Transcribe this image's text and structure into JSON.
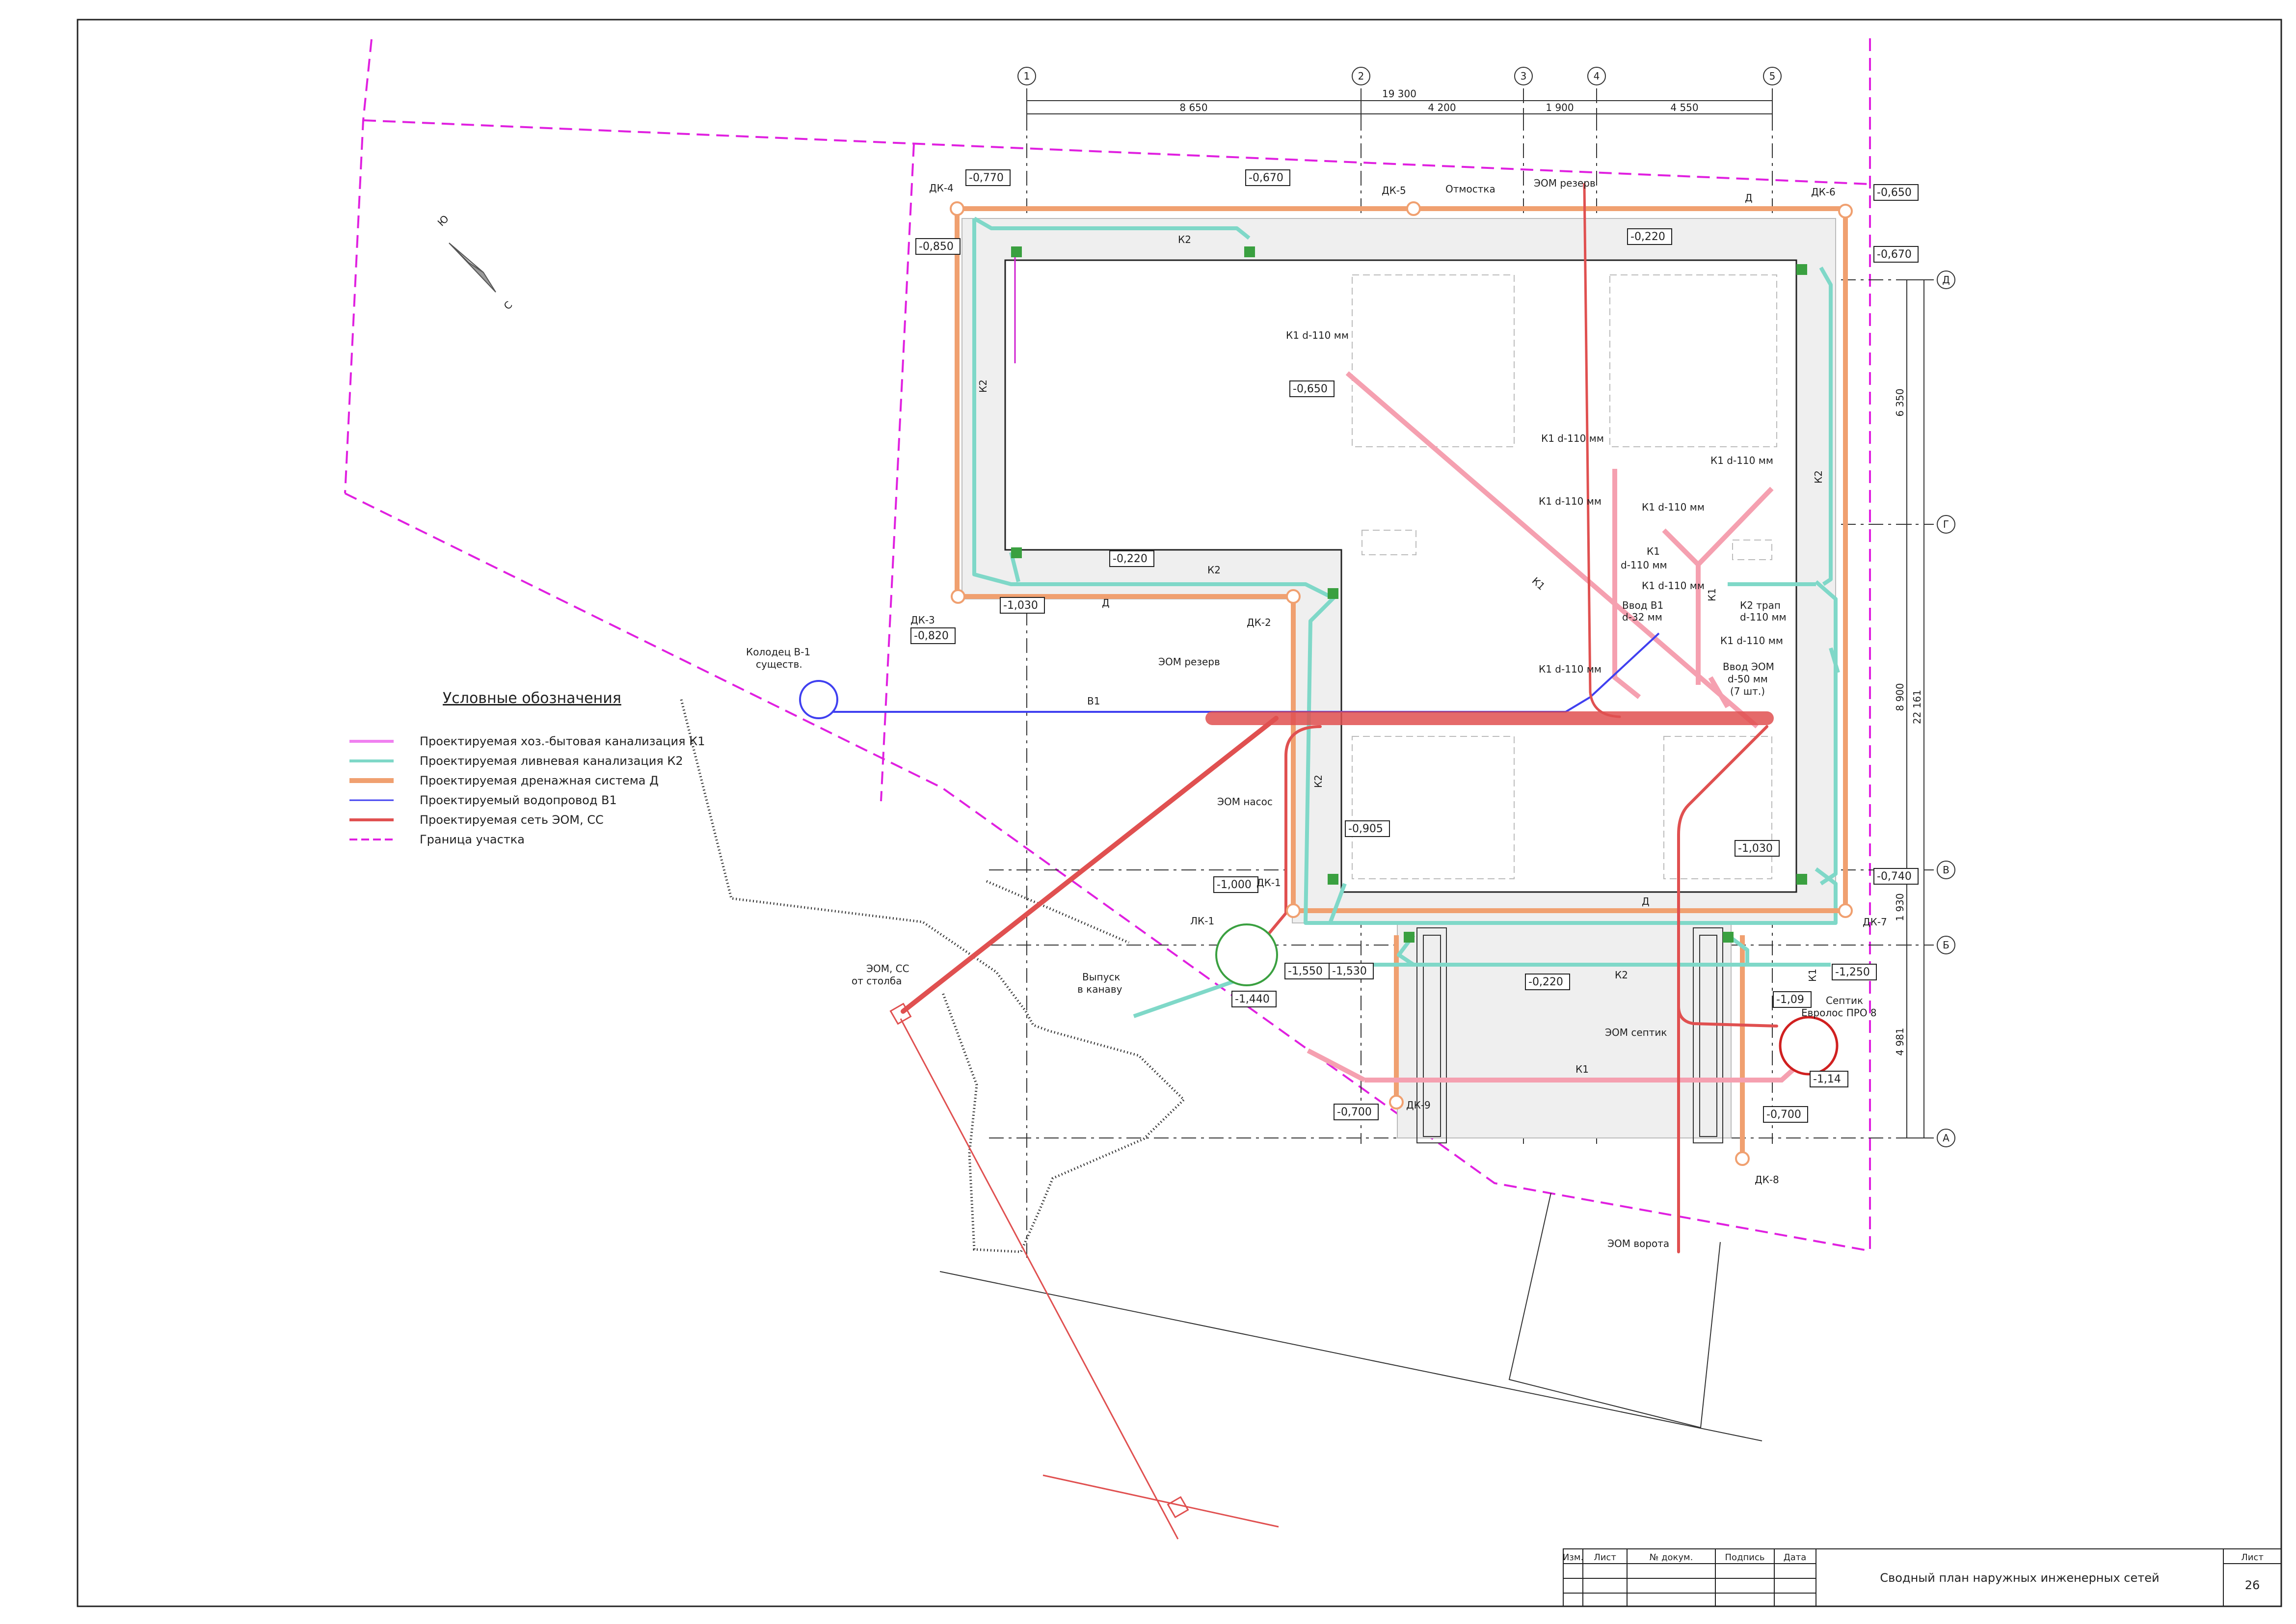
{
  "axes": {
    "columns": [
      "1",
      "2",
      "3",
      "4",
      "5"
    ],
    "rows": [
      "Д",
      "Г",
      "В",
      "Б",
      "А"
    ]
  },
  "dimensions": {
    "top_total": "19 300",
    "top": [
      "8 650",
      "4 200",
      "1 900",
      "4 550"
    ],
    "right": [
      "6 350",
      "8 900",
      "1 930",
      "4 981"
    ],
    "right_total": "22 161"
  },
  "compass": {
    "north": "Ю",
    "south": "С"
  },
  "legend": {
    "title": "Условные обозначения",
    "items": [
      {
        "label": "Проектируемая хоз.-бытовая канализация К1",
        "color": "#f080f0"
      },
      {
        "label": "Проектируемая ливневая канализация К2",
        "color": "#7fd8c8"
      },
      {
        "label": "Проектируемая дренажная система Д",
        "color": "#f0a070"
      },
      {
        "label": "Проектируемый водопровод В1",
        "color": "#4040f0"
      },
      {
        "label": "Проектируемая сеть ЭОМ, СС",
        "color": "#e05050"
      },
      {
        "label": "Граница участка",
        "color": "#e020e0"
      }
    ]
  },
  "elevations": [
    "-0,770",
    "-0,670",
    "-0,850",
    "-0,650",
    "-0,670",
    "-0,220",
    "-0,650",
    "-0,220",
    "-1,030",
    "-0,820",
    "-1,030",
    "-0,740",
    "-0,905",
    "-1,000",
    "-1,550",
    "-1,530",
    "-1,440",
    "-0,220",
    "-1,09",
    "-1,250",
    "-1,14",
    "-0,700",
    "-0,700"
  ],
  "wells": [
    "ДК-4",
    "ДК-5",
    "ДК-6",
    "ДК-3",
    "ДК-2",
    "ДК-1",
    "ДК-7",
    "ДК-9",
    "ДК-8",
    "ЛК-1"
  ],
  "labels": {
    "otmostka": "Отмостка",
    "eom_rezerv_top": "ЭОМ резерв",
    "k1_d110": "К1 d-110 мм",
    "k1": "К1",
    "d110": "d-110 мм",
    "k2": "К2",
    "d": "Д",
    "b1": "В1",
    "vvod_b1": "Ввод В1",
    "vvod_b1_d": "d-32 мм",
    "vvod_eom": "Ввод ЭОМ",
    "vvod_eom_d": "d-50 мм",
    "vvod_eom_n": "(7 шт.)",
    "k2_trap": "К2 трап",
    "k2_trap_d": "d-110 мм",
    "kolodec_1": "Колодец В-1",
    "kolodec_2": "существ.",
    "eom_rezerv": "ЭОМ резерв",
    "eom_nasos": "ЭОМ насос",
    "eom_ss_1": "ЭОМ, СС",
    "eom_ss_2": "от столба",
    "vypusk_1": "Выпуск",
    "vypusk_2": "в канаву",
    "eom_septik": "ЭОМ септик",
    "septik_1": "Септик",
    "septik_2": "Евролос ПРО 8",
    "eom_vorota": "ЭОМ ворота"
  },
  "title_block": {
    "headers": [
      "Изм.",
      "Лист",
      "№ докум.",
      "Подпись",
      "Дата"
    ],
    "title": "Сводный план наружных инженерных сетей",
    "sheet_label": "Лист",
    "sheet_no": "26"
  },
  "colors": {
    "k1": "#f080f0",
    "k2": "#7fd8c8",
    "drain": "#f0a070",
    "water": "#4040f0",
    "eom": "#e05050",
    "boundary": "#e020e0",
    "node": "#3aa040",
    "slab": "#efefef"
  }
}
